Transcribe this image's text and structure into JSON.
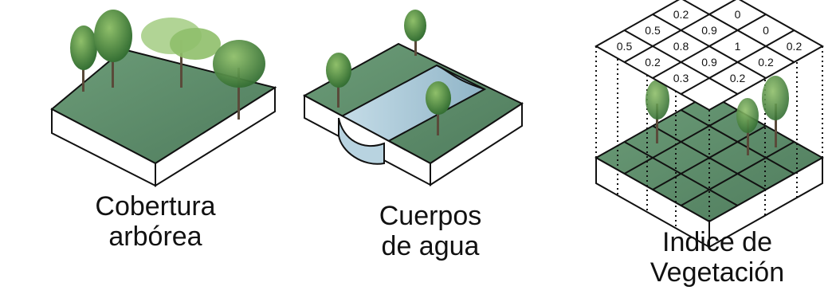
{
  "panels": [
    {
      "caption_lines": [
        "Cobertura",
        "arbórea"
      ],
      "icon": "forest-cover-block"
    },
    {
      "caption_lines": [
        "Cuerpos",
        "de agua"
      ],
      "icon": "water-body-block"
    },
    {
      "caption_lines": [
        "Indice de",
        "Vegetación"
      ],
      "icon": "vegetation-index-grid-block"
    }
  ],
  "grid_values": [
    "0",
    "0.2",
    "0",
    "0.5",
    "0.9",
    "0",
    "0.5",
    "0.8",
    "1",
    "0.2",
    "0.2",
    "0.9",
    "0.2",
    "0.3",
    "0.2"
  ],
  "colors": {
    "land_green": "#5e8c6c",
    "water_blue": "#a9c8d8",
    "tree_green": "#3f7a3c",
    "outline": "#111111"
  }
}
